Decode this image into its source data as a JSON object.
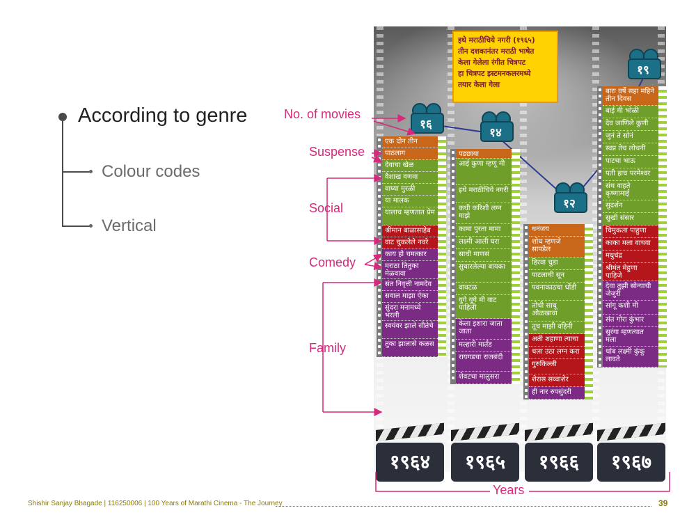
{
  "outline": {
    "title": "According to genre",
    "items": [
      "Colour codes",
      "Vertical"
    ]
  },
  "labels": {
    "movies": "No. of movies",
    "suspense": "Suspense",
    "social": "Social",
    "comedy": "Comedy",
    "family": "Family",
    "years": "Years"
  },
  "colors": {
    "accent": "#d6297c",
    "suspense": "#c8661a",
    "social": "#6f9e2b",
    "comedy": "#b4161b",
    "family": "#7b2b84",
    "count_badge": "#1b6f86",
    "note_bg": "#ffd200"
  },
  "note": {
    "lines": [
      "इथे मराठीचिये नगरी (१९६५)",
      "तीन दशकानंतर मराठी भाषेत",
      "केला गेलेला रंगीत चित्रपट",
      "हा चित्रपट इस्टमनकलरमध्ये",
      "तयार  केला गेला"
    ]
  },
  "years": [
    {
      "label": "१९६४",
      "count": "१६",
      "films": [
        {
          "title": "एक दोन तीन",
          "genre": "suspense"
        },
        {
          "title": "पाठलाग",
          "genre": "suspense"
        },
        {
          "title": "देवाचा खेळ",
          "genre": "social"
        },
        {
          "title": "वैशाख वणवा",
          "genre": "social"
        },
        {
          "title": "वाघ्या मुरळी",
          "genre": "social"
        },
        {
          "title": "या मालक",
          "genre": "social"
        },
        {
          "title": "यालाच म्हणतात प्रेम",
          "genre": "social"
        },
        {
          "title": "श्रीमान बाळासाहेब",
          "genre": "comedy"
        },
        {
          "title": "वाट चुकलेले नवरे",
          "genre": "comedy"
        },
        {
          "title": "काय हो चमत्कार",
          "genre": "family"
        },
        {
          "title": "मराठा तितुका मेळवावा",
          "genre": "family"
        },
        {
          "title": "संत निवृत्ती नामदेव",
          "genre": "family"
        },
        {
          "title": "सवाल माझा ऐका",
          "genre": "family"
        },
        {
          "title": "सुंदरा मनामध्ये भरली",
          "genre": "family"
        },
        {
          "title": "स्वयंवर झाले सीतेचे",
          "genre": "family"
        },
        {
          "title": "तुका झालासे कळस",
          "genre": "family"
        }
      ]
    },
    {
      "label": "१९६५",
      "count": "१४",
      "films": [
        {
          "title": "पडछाया",
          "genre": "suspense"
        },
        {
          "title": "आई कुणा म्हणू मी",
          "genre": "social"
        },
        {
          "title": "इथे मराठीचिये नगरी",
          "genre": "social"
        },
        {
          "title": "कधी करिशी लग्न माझे",
          "genre": "social"
        },
        {
          "title": "कामा पुरता मामा",
          "genre": "social"
        },
        {
          "title": "लक्ष्मी आली घरा",
          "genre": "social"
        },
        {
          "title": "साधी माणसं",
          "genre": "social"
        },
        {
          "title": "सुधारलेल्या बायका",
          "genre": "social"
        },
        {
          "title": "वावटळ",
          "genre": "social"
        },
        {
          "title": "युगे युगे मी वाट पाहिली",
          "genre": "social"
        },
        {
          "title": "केला इशारा जाता जाता",
          "genre": "family"
        },
        {
          "title": "मल्हारी मार्तंड",
          "genre": "family"
        },
        {
          "title": "रायगडचा राजबंदी",
          "genre": "family"
        },
        {
          "title": "शेवटचा मालुसरा",
          "genre": "family"
        }
      ]
    },
    {
      "label": "१९६६",
      "count": "१२",
      "films": [
        {
          "title": "धनंजय",
          "genre": "suspense"
        },
        {
          "title": "शोध म्हणजे सापडेल",
          "genre": "suspense"
        },
        {
          "title": "हिरवा चुडा",
          "genre": "social"
        },
        {
          "title": "पाटलाची सून",
          "genre": "social"
        },
        {
          "title": "पवनाकाठचा धोंडी",
          "genre": "social"
        },
        {
          "title": "तोची साधू ओळखावा",
          "genre": "social"
        },
        {
          "title": "तूच माझी वहिनी",
          "genre": "social"
        },
        {
          "title": "अती शहाणा त्याचा",
          "genre": "comedy"
        },
        {
          "title": "चला उठा लग्न करा",
          "genre": "comedy"
        },
        {
          "title": "गुरुकिल्ली",
          "genre": "comedy"
        },
        {
          "title": "शेरास सव्वाशेर",
          "genre": "comedy"
        },
        {
          "title": "ही नार रुपसुंदरी",
          "genre": "family"
        }
      ]
    },
    {
      "label": "१९६७",
      "count": "१९",
      "films": [
        {
          "title": "बारा वर्षे सहा महिने तीन दिवस",
          "genre": "suspense"
        },
        {
          "title": "बाई मी भोळी",
          "genre": "social"
        },
        {
          "title": "देव जाणिले कुणी",
          "genre": "social"
        },
        {
          "title": "जुनं ते सोनं",
          "genre": "social"
        },
        {
          "title": "स्वप्न तेच लोचनी",
          "genre": "social"
        },
        {
          "title": "पाटचा भाऊ",
          "genre": "social"
        },
        {
          "title": "पती हाच परमेश्वर",
          "genre": "social"
        },
        {
          "title": "संथ वाहते कृष्णामाई",
          "genre": "social"
        },
        {
          "title": "सुदर्शन",
          "genre": "social"
        },
        {
          "title": "सुखी संसार",
          "genre": "social"
        },
        {
          "title": "चिमुकला पाहुणा",
          "genre": "comedy"
        },
        {
          "title": "काका मला वाचवा",
          "genre": "comedy"
        },
        {
          "title": "मधुचंद्र",
          "genre": "comedy"
        },
        {
          "title": "श्रीमंत मेहुणा पाहिजे",
          "genre": "comedy"
        },
        {
          "title": "देवा तुझी सोन्याची जेजुरी",
          "genre": "family"
        },
        {
          "title": "सांगू कशी मी",
          "genre": "family"
        },
        {
          "title": "संत गोरा कुंभार",
          "genre": "family"
        },
        {
          "title": "सुरंगा म्हणत्यात मला",
          "genre": "family"
        },
        {
          "title": "थांब लक्ष्मी कुंकू लावते",
          "genre": "family"
        }
      ]
    }
  ],
  "footer": {
    "text": "Shishir Sanjay Bhagade | 116250006 | 100 Years of Marathi Cinema - The Journey",
    "page": "39"
  }
}
